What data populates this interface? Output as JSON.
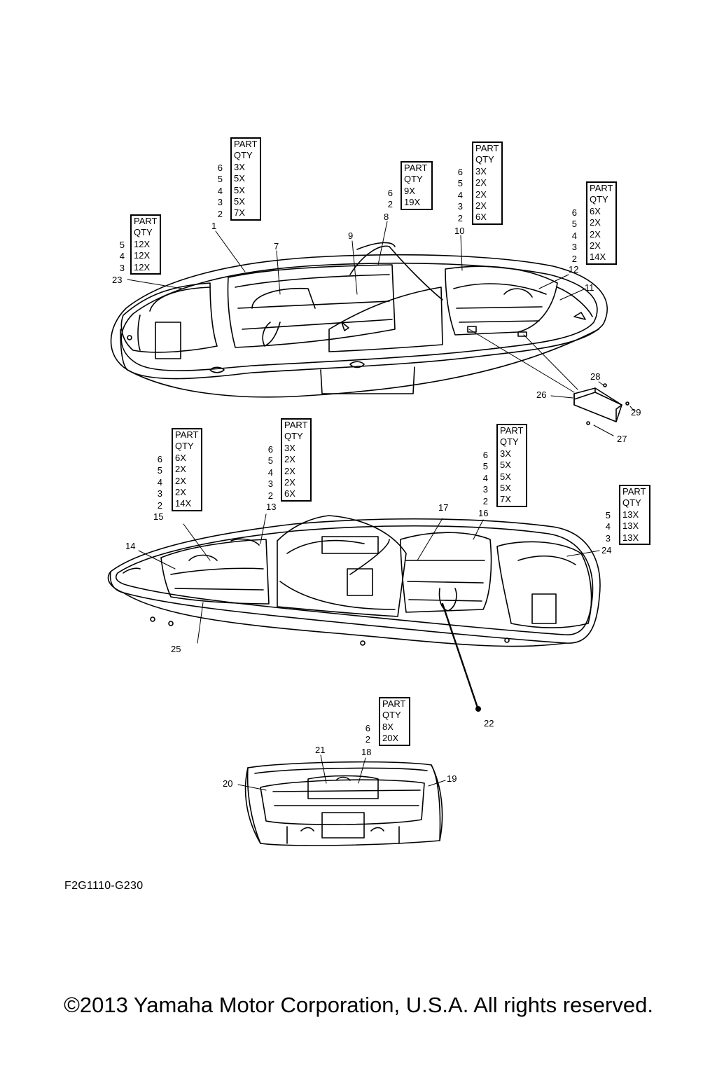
{
  "qty_tables": [
    {
      "id": "t1",
      "header": [
        "PART",
        "QTY"
      ],
      "parts": [
        "5",
        "4",
        "3"
      ],
      "qtys": [
        "12X",
        "12X",
        "12X"
      ]
    },
    {
      "id": "t2",
      "header": [
        "PART",
        "QTY"
      ],
      "parts": [
        "6",
        "5",
        "4",
        "3",
        "2"
      ],
      "qtys": [
        "3X",
        "5X",
        "5X",
        "5X",
        "7X"
      ]
    },
    {
      "id": "t3",
      "header": [
        "PART",
        "QTY"
      ],
      "parts": [
        "6",
        "2"
      ],
      "qtys": [
        "9X",
        "19X"
      ]
    },
    {
      "id": "t4",
      "header": [
        "PART",
        "QTY"
      ],
      "parts": [
        "6",
        "5",
        "4",
        "3",
        "2"
      ],
      "qtys": [
        "3X",
        "2X",
        "2X",
        "2X",
        "6X"
      ]
    },
    {
      "id": "t5",
      "header": [
        "PART",
        "QTY"
      ],
      "parts": [
        "6",
        "5",
        "4",
        "3",
        "2"
      ],
      "qtys": [
        "6X",
        "2X",
        "2X",
        "2X",
        "14X"
      ]
    },
    {
      "id": "t6",
      "header": [
        "PART",
        "QTY"
      ],
      "parts": [
        "6",
        "5",
        "4",
        "3",
        "2"
      ],
      "qtys": [
        "6X",
        "2X",
        "2X",
        "2X",
        "14X"
      ]
    },
    {
      "id": "t7",
      "header": [
        "PART",
        "QTY"
      ],
      "parts": [
        "6",
        "5",
        "4",
        "3",
        "2"
      ],
      "qtys": [
        "3X",
        "2X",
        "2X",
        "2X",
        "6X"
      ]
    },
    {
      "id": "t8",
      "header": [
        "PART",
        "QTY"
      ],
      "parts": [
        "6",
        "5",
        "4",
        "3",
        "2"
      ],
      "qtys": [
        "3X",
        "5X",
        "5X",
        "5X",
        "7X"
      ]
    },
    {
      "id": "t9",
      "header": [
        "PART",
        "QTY"
      ],
      "parts": [
        "5",
        "4",
        "3"
      ],
      "qtys": [
        "13X",
        "13X",
        "13X"
      ]
    },
    {
      "id": "t10",
      "header": [
        "PART",
        "QTY"
      ],
      "parts": [
        "6",
        "2"
      ],
      "qtys": [
        "8X",
        "20X"
      ]
    }
  ],
  "callouts": [
    "1",
    "7",
    "8",
    "9",
    "10",
    "11",
    "12",
    "13",
    "14",
    "15",
    "16",
    "17",
    "18",
    "19",
    "20",
    "21",
    "22",
    "23",
    "24",
    "25",
    "26",
    "27",
    "28",
    "29"
  ],
  "figure_code": "F2G1110-G230",
  "copyright": "©2013 Yamaha Motor Corporation, U.S.A. All rights reserved."
}
